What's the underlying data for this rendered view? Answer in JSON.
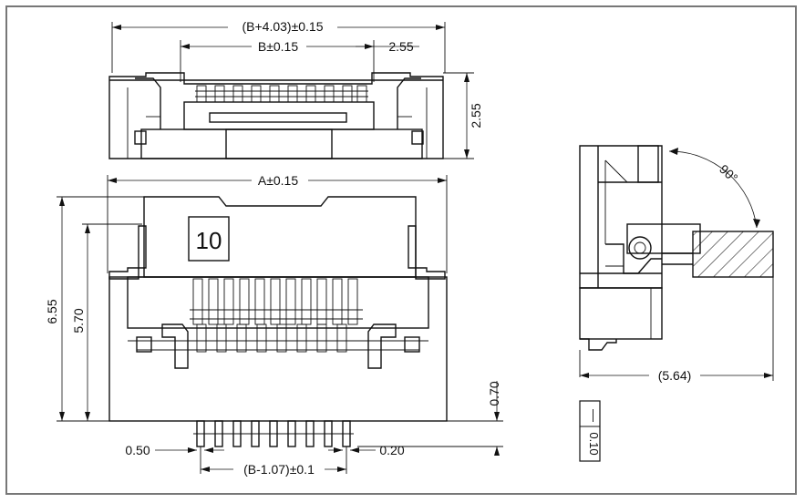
{
  "dimensions": {
    "top_overall_width": "(B+4.03)±0.15",
    "top_pitch_width": "B±0.15",
    "top_side_offset": "2.55",
    "top_height": "2.55",
    "front_overall_width": "A±0.15",
    "front_overall_height": "6.55",
    "front_inner_height": "5.70",
    "front_lead_height": "0.70",
    "lead_width": "0.50",
    "lead_pitch": "0.20",
    "lead_span": "(B-1.07)±0.1",
    "side_angle": "90°",
    "side_depth": "(5.64)",
    "flatness_symbol": "—",
    "flatness_value": "0.10"
  },
  "label_badge": "10"
}
